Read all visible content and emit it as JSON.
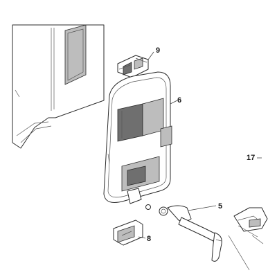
{
  "callouts": {
    "p9": "9",
    "p6": "6",
    "p17": "17",
    "p5": "5",
    "p8": "8"
  }
}
